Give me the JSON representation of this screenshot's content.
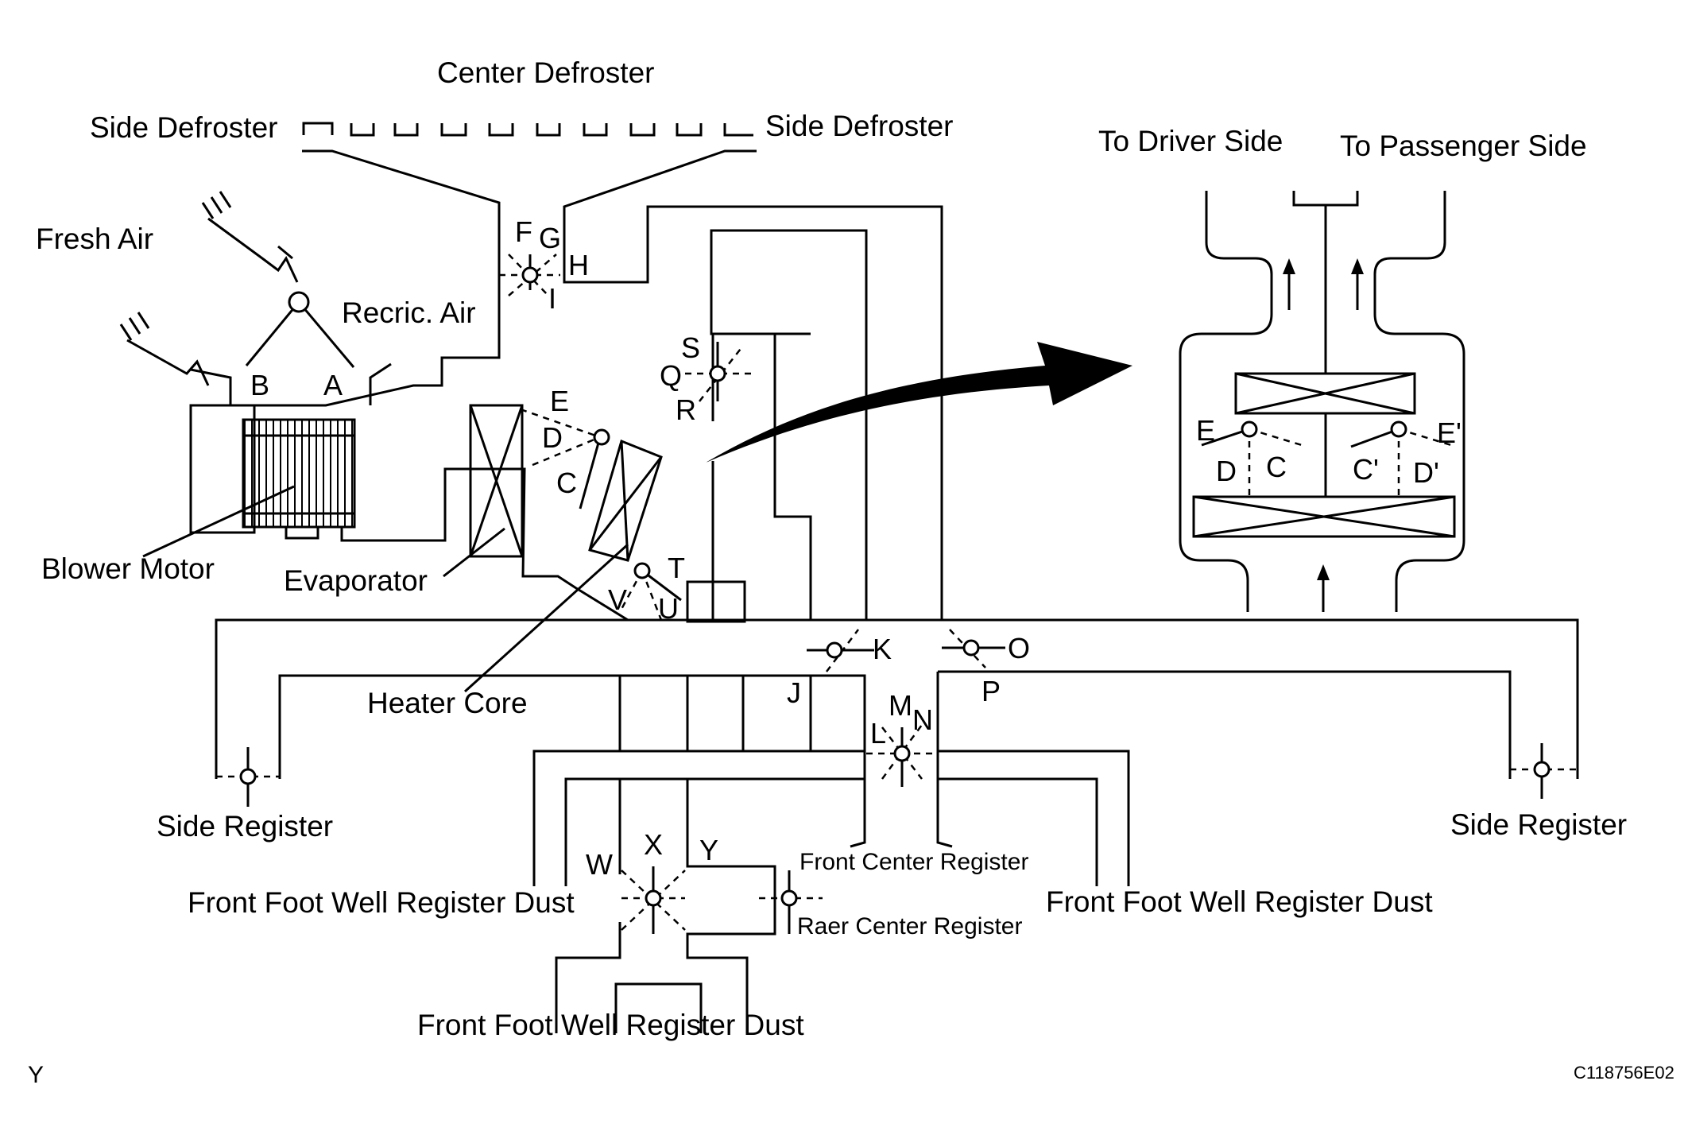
{
  "labels": {
    "center_defroster": "Center Defroster",
    "side_defroster_left": "Side Defroster",
    "side_defroster_right": "Side Defroster",
    "fresh_air": "Fresh Air",
    "recirc_air": "Recric. Air",
    "blower_motor": "Blower Motor",
    "evaporator": "Evaporator",
    "heater_core": "Heater Core",
    "side_register_left": "Side Register",
    "side_register_right": "Side Register",
    "front_foot_well_left": "Front Foot Well Register Dust",
    "front_foot_well_right": "Front Foot Well Register Dust",
    "front_foot_well_bottom": "Front Foot Well Register Dust",
    "front_center_register": "Front Center Register",
    "rear_center_register": "Raer Center Register",
    "to_driver_side": "To Driver Side",
    "to_passenger_side": "To Passenger Side"
  },
  "damper_letters": {
    "A": "A",
    "B": "B",
    "C": "C",
    "D": "D",
    "E": "E",
    "F": "F",
    "G": "G",
    "H": "H",
    "I": "I",
    "J": "J",
    "K": "K",
    "L": "L",
    "M": "M",
    "N": "N",
    "O": "O",
    "P": "P",
    "Q": "Q",
    "R": "R",
    "S": "S",
    "T": "T",
    "U": "U",
    "V": "V",
    "W": "W",
    "X": "X",
    "Y": "Y"
  },
  "detail_letters": {
    "E": "E",
    "D": "D",
    "C": "C",
    "E_prime": "E'",
    "D_prime": "D'",
    "C_prime": "C'"
  },
  "footer": {
    "corner_letter": "Y",
    "figure_code": "C118756E02"
  }
}
